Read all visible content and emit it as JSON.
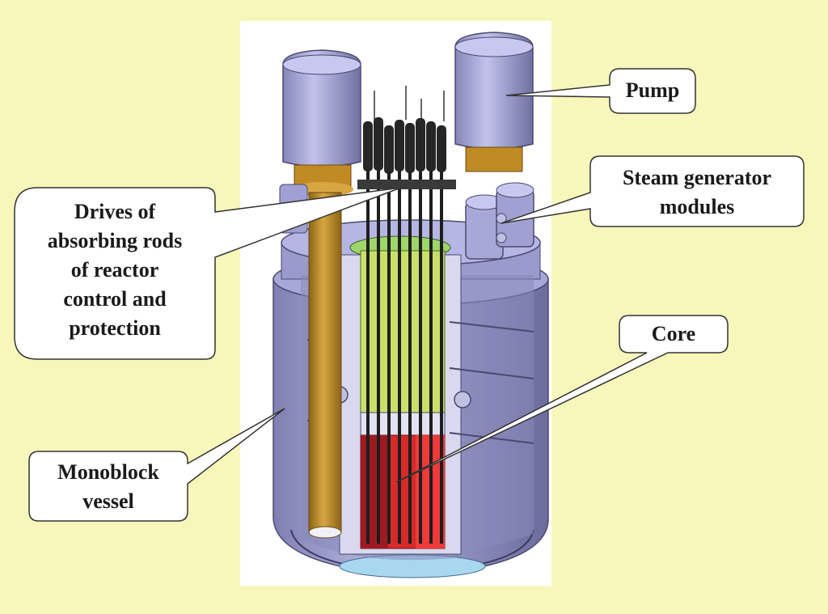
{
  "labels": {
    "pump": "Pump",
    "steam_generator": "Steam generator\nmodules",
    "drives": "Drives of\nabsorbing rods\nof reactor\ncontrol and\nprotection",
    "core": "Core",
    "vessel": "Monoblock\nvessel"
  },
  "colors": {
    "background": "#f8f7bb",
    "vessel": "#9c9cd0",
    "pump_pipe": "#b88a26",
    "core_upper": "#c8e06a",
    "core_lower": "#d82a2a",
    "rods": "#1e1e1e"
  }
}
